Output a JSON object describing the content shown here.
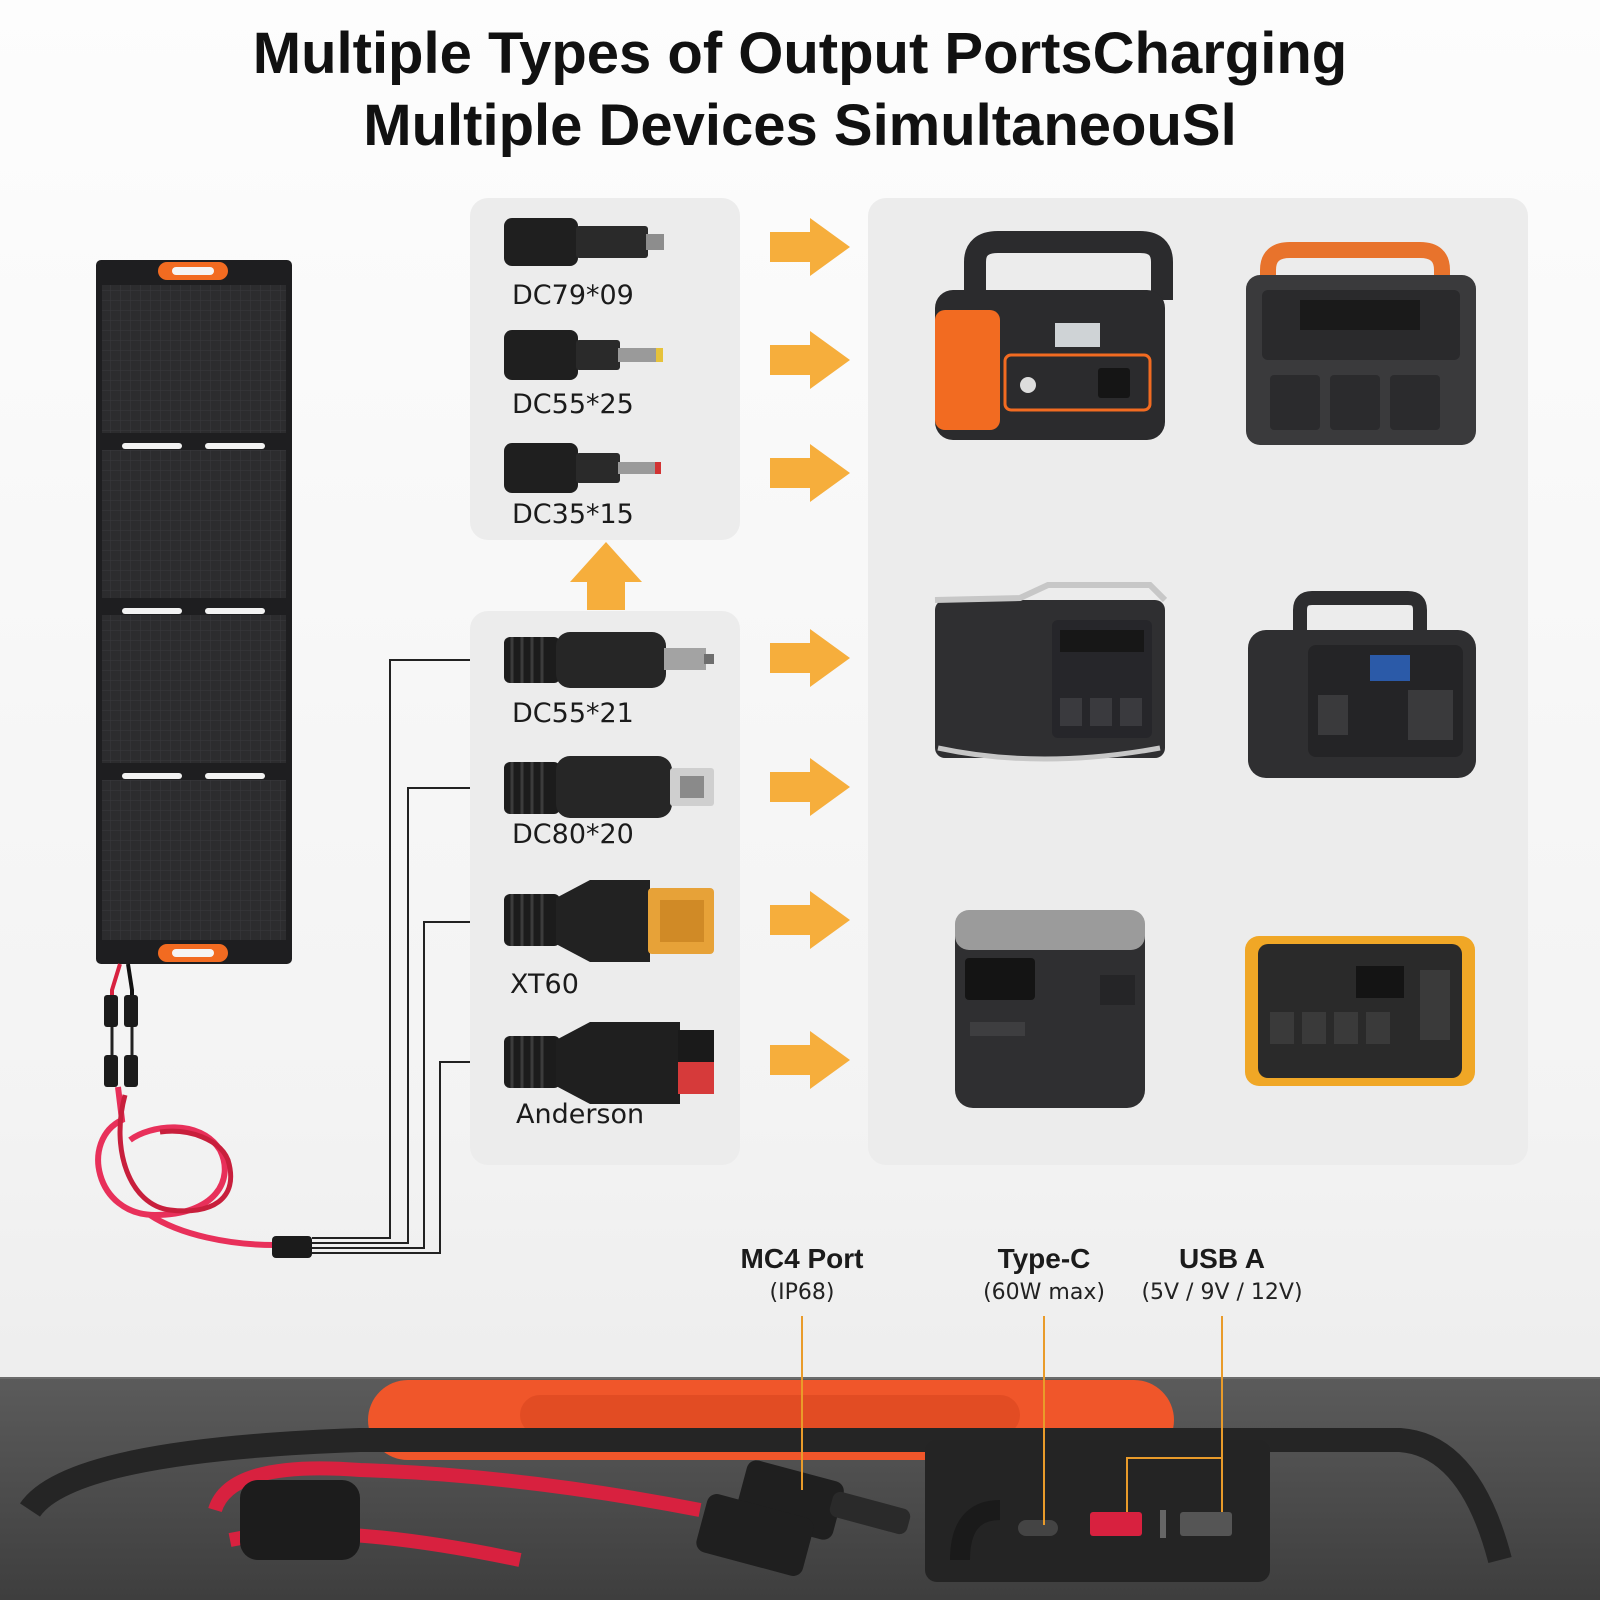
{
  "header": {
    "title_line1": "Multiple Types of Output PortsCharging",
    "title_line2": "Multiple Devices SimultaneouSl"
  },
  "connectors": {
    "top_group": [
      {
        "label": "DC79*09"
      },
      {
        "label": "DC55*25"
      },
      {
        "label": "DC35*15"
      }
    ],
    "bottom_group": [
      {
        "label": "DC55*21"
      },
      {
        "label": "DC80*20"
      },
      {
        "label": "XT60"
      },
      {
        "label": "Anderson"
      }
    ]
  },
  "ports": {
    "mc4": {
      "name": "MC4 Port",
      "detail": "(IP68)"
    },
    "type_c": {
      "name": "Type-C",
      "detail": "(60W max)"
    },
    "usb_a": {
      "name": "USB A",
      "detail": "(5V / 9V / 12V)"
    }
  },
  "colors": {
    "arrow": "#f6ae3c",
    "accent_orange": "#f26b21",
    "panel_dark": "#2b2b2d",
    "cable_red": "#d8213f",
    "callout_line": "#e99b2a"
  }
}
